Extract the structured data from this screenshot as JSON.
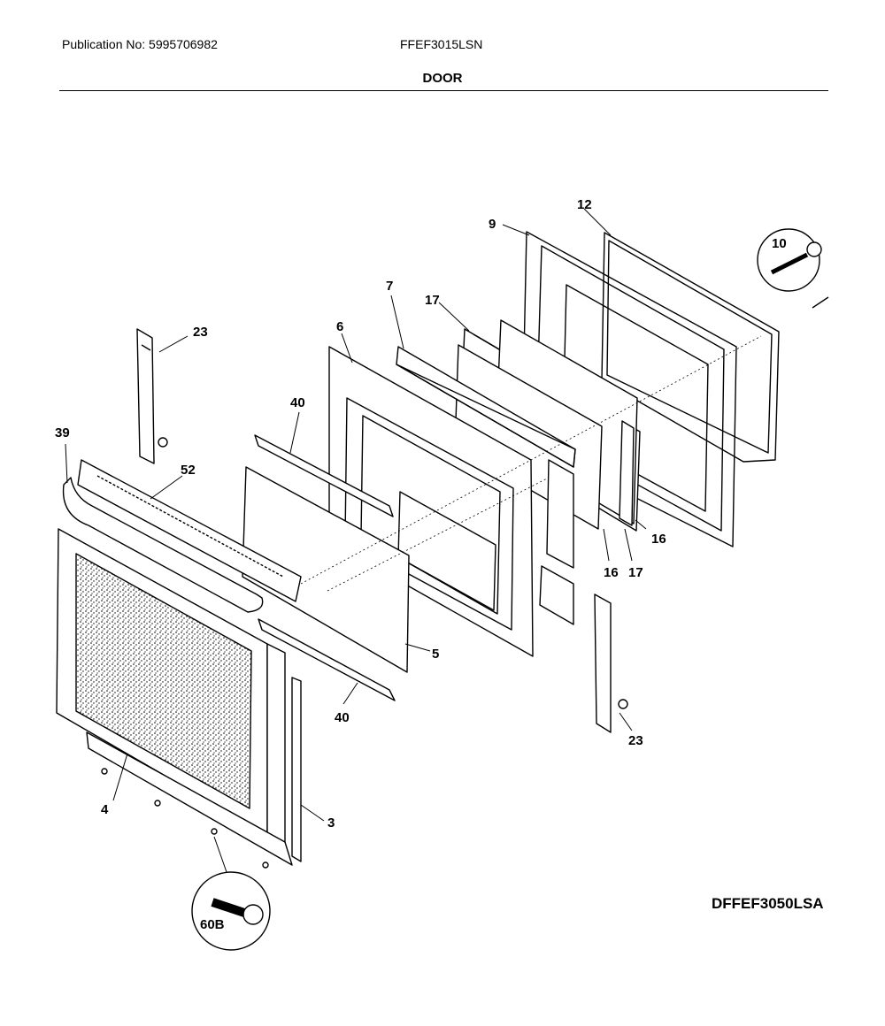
{
  "header": {
    "publication": "Publication No: 5995706982",
    "model": "FFEF3015LSN",
    "section": "DOOR"
  },
  "diagram_code": "DFFEF3050LSA",
  "callouts": {
    "c3": "3",
    "c4": "4",
    "c5": "5",
    "c6": "6",
    "c7": "7",
    "c9": "9",
    "c10": "10",
    "c12": "12",
    "c16a": "16",
    "c16b": "16",
    "c17a": "17",
    "c17b": "17",
    "c23a": "23",
    "c23b": "23",
    "c39": "39",
    "c40a": "40",
    "c40b": "40",
    "c52": "52",
    "c60b": "60B"
  }
}
